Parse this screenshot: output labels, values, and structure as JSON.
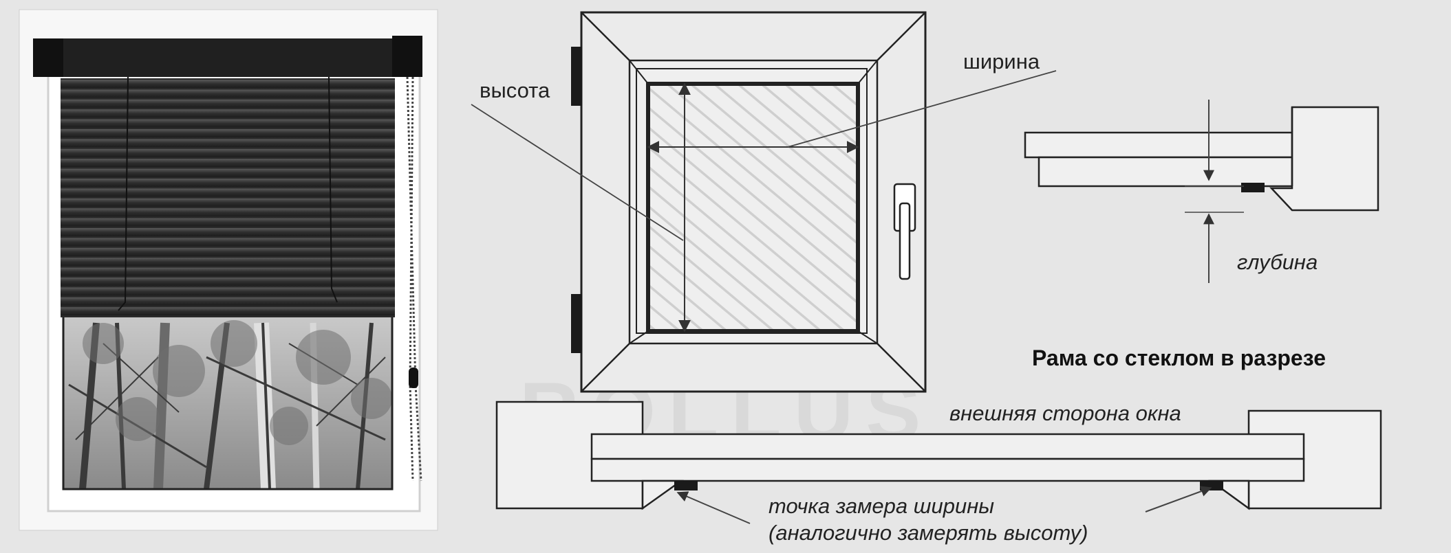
{
  "labels": {
    "height": "высота",
    "width": "ширина",
    "depth": "глубина",
    "section_title": "Рама со стеклом в разрезе",
    "outer_side": "внешняя сторона окна",
    "measure_point_line1": "точка замера ширины",
    "measure_point_line2": "(аналогично замерять высоту)"
  },
  "watermark": "ROLLUS",
  "colors": {
    "background": "#e6e6e6",
    "line": "#222222",
    "blind_slat": "#3a3a3a",
    "seal": "#1a1a1a"
  },
  "icons": {
    "window_handle": "window-handle-icon",
    "blind_photo": "roller-blind-photo"
  }
}
